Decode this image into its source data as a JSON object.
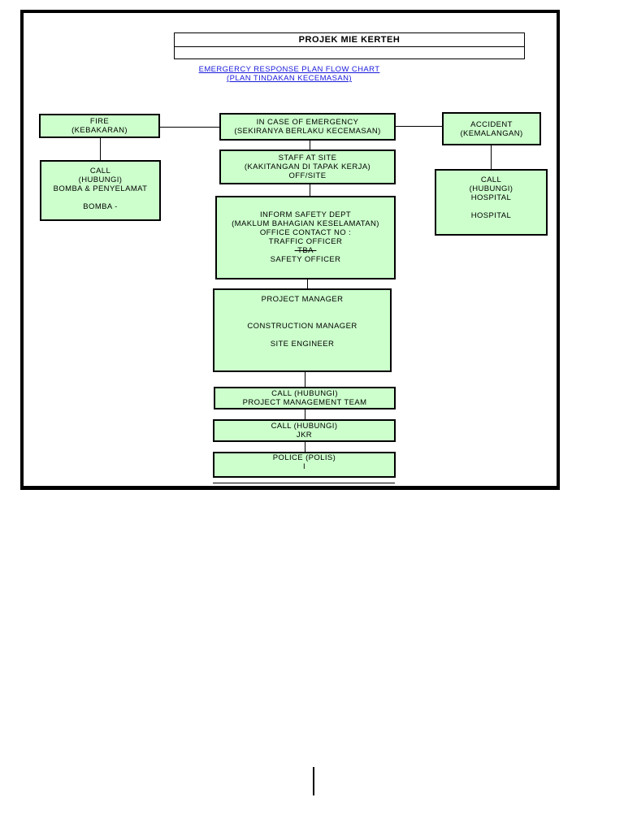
{
  "project_title": "PROJEK  MIE KERTEH",
  "subtitle_lines": [
    "EMERGERCY RESPONSE PLAN FLOW CHART",
    "(PLAN TINDAKAN KECEMASAN)"
  ],
  "fire": {
    "lines": [
      "FIRE",
      "(KEBAKARAN)"
    ]
  },
  "fire_call": {
    "lines": [
      "CALL",
      "(HUBUNGI)",
      "BOMBA & PENYELAMAT",
      "",
      "BOMBA -"
    ]
  },
  "emergency": {
    "lines": [
      "IN CASE OF EMERGENCY",
      "(SEKIRANYA BERLAKU KECEMASAN)"
    ]
  },
  "accident": {
    "lines": [
      "ACCIDENT",
      "(KEMALANGAN)"
    ]
  },
  "accident_call": {
    "lines": [
      "CALL",
      "(HUBUNGI)",
      "HOSPITAL",
      "",
      "HOSPITAL"
    ]
  },
  "staff": {
    "lines": [
      "STAFF AT SITE",
      "(KAKITANGAN DI TAPAK KERJA)",
      "OFF/SITE"
    ]
  },
  "safety": {
    "lines": [
      "INFORM SAFETY DEPT",
      "(MAKLUM BAHAGIAN KESELAMATAN)",
      "OFFICE CONTACT NO :",
      "TRAFFIC OFFICER",
      "-TBA-",
      "SAFETY OFFICER"
    ]
  },
  "managers": {
    "lines": [
      "PROJECT MANAGER",
      "",
      "",
      "CONSTRUCTION MANAGER",
      "",
      "SITE ENGINEER"
    ]
  },
  "pmt": {
    "lines": [
      "CALL (HUBUNGI)",
      "PROJECT MANAGEMENT TEAM"
    ]
  },
  "jkr": {
    "lines": [
      "CALL (HUBUNGI)",
      "JKR"
    ]
  },
  "police": {
    "lines": [
      "POLICE (POLIS)",
      "I"
    ]
  }
}
